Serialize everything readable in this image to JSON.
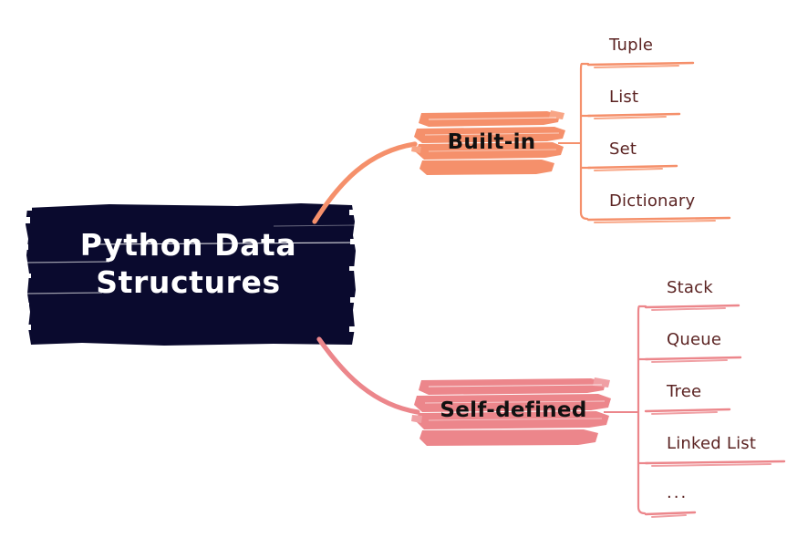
{
  "diagram": {
    "type": "mind-map",
    "title": "Python Data Structures",
    "background_color": "#ffffff",
    "orientation": "left-to-right"
  },
  "colors": {
    "root_fill": "#0a0a2e",
    "root_text": "#ffffff",
    "salmon": "#f5906b",
    "salmon_light": "#f8a585",
    "rose": "#ec868b",
    "rose_light": "#f0a0a4",
    "leaf_text": "#5b2322",
    "branch_text": "#111111"
  },
  "root": {
    "label": "Python Data Structures",
    "line1": "Python Data",
    "line2": "Structures"
  },
  "branches": [
    {
      "id": "built-in",
      "label": "Built-in",
      "accent": "#f5906b",
      "leaves": [
        {
          "label": "Tuple"
        },
        {
          "label": "List"
        },
        {
          "label": "Set"
        },
        {
          "label": "Dictionary"
        }
      ]
    },
    {
      "id": "self-defined",
      "label": "Self-defined",
      "accent": "#ec868b",
      "leaves": [
        {
          "label": "Stack"
        },
        {
          "label": "Queue"
        },
        {
          "label": "Tree"
        },
        {
          "label": "Linked List"
        },
        {
          "label": "..."
        }
      ]
    }
  ]
}
